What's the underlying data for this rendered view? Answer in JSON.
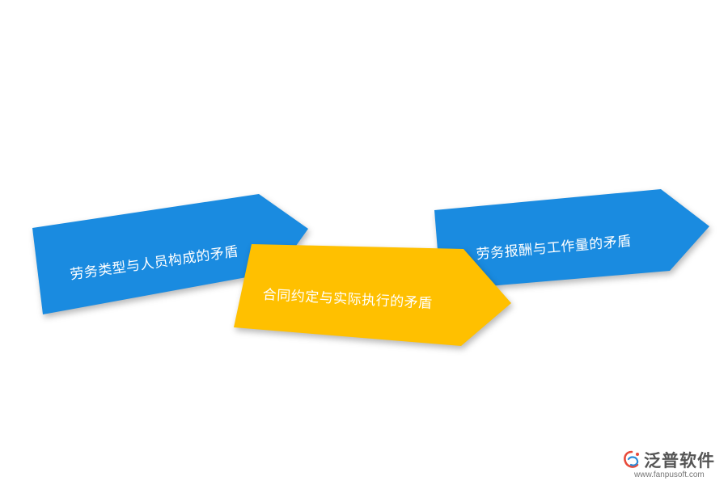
{
  "diagram": {
    "arrows": [
      {
        "label": "劳务类型与人员构成的矛盾",
        "color": "#1A8BE0"
      },
      {
        "label": "合同约定与实际执行的矛盾",
        "color": "#FFC000"
      },
      {
        "label": "劳务报酬与工作量的矛盾",
        "color": "#1A8BE0"
      }
    ]
  },
  "logo": {
    "name": "泛普软件",
    "url": "www.fanpusoft.com",
    "icon": "fanpu-logo-icon",
    "colors": {
      "swirl": "#E84A3A",
      "text": "#555555"
    }
  }
}
